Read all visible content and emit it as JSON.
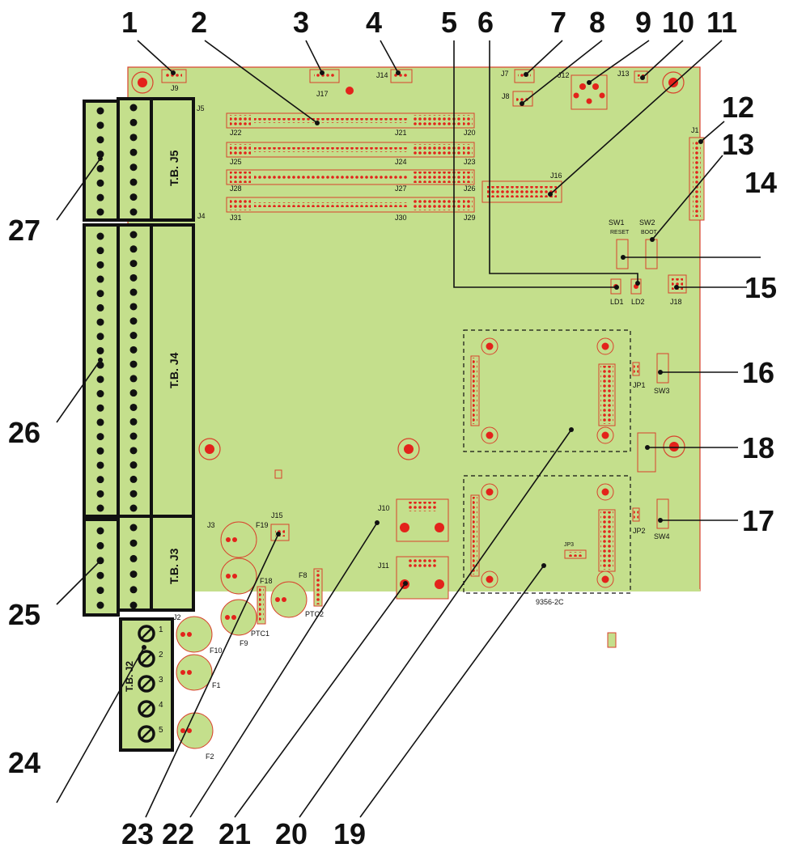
{
  "callouts": {
    "top": [
      "1",
      "2",
      "3",
      "4",
      "5",
      "6",
      "7",
      "8",
      "9",
      "10",
      "11"
    ],
    "right": [
      "12",
      "13",
      "14",
      "15",
      "16",
      "18",
      "17"
    ],
    "bottom": [
      "23",
      "22",
      "21",
      "20",
      "19"
    ],
    "left": [
      "27",
      "26",
      "25",
      "24"
    ]
  },
  "terminal_blocks": {
    "j5": "T.B. J5",
    "j4": "T.B. J4",
    "j3": "T.B. J3",
    "j2": "T.B. J2",
    "j2_numbers": [
      "1",
      "2",
      "3",
      "4",
      "5"
    ]
  },
  "silk_labels": {
    "j9": "J9",
    "j17": "J17",
    "j14": "J14",
    "j7": "J7",
    "j8": "J8",
    "j12": "J12",
    "j13": "J13",
    "j5": "J5",
    "j4": "J4",
    "j1": "J1",
    "j22": "J22",
    "j21": "J21",
    "j20": "J20",
    "j25": "J25",
    "j24": "J24",
    "j23": "J23",
    "j28": "J28",
    "j27": "J27",
    "j26": "J26",
    "j31": "J31",
    "j30": "J30",
    "j29": "J29",
    "j16": "J16",
    "sw1": "SW1",
    "reset": "RESET",
    "sw2": "SW2",
    "boot": "BOOT",
    "ld1": "LD1",
    "ld2": "LD2",
    "j18": "J18",
    "jp1": "JP1",
    "sw3": "SW3",
    "jp2": "JP2",
    "sw4": "SW4",
    "jp3": "JP3",
    "part": "9356-2C",
    "j10": "J10",
    "j11": "J11",
    "j15": "J15",
    "j3": "J3",
    "j2": "J2",
    "f19": "F19",
    "f18": "F18",
    "f8": "F8",
    "f9": "F9",
    "f10": "F10",
    "f1": "F1",
    "f2": "F2",
    "ptc1": "PTC1",
    "ptc2": "PTC2"
  },
  "colors": {
    "board": "#c4df8c",
    "outline": "#d9412c",
    "pad": "#e3231b",
    "terminal": "#111111"
  }
}
